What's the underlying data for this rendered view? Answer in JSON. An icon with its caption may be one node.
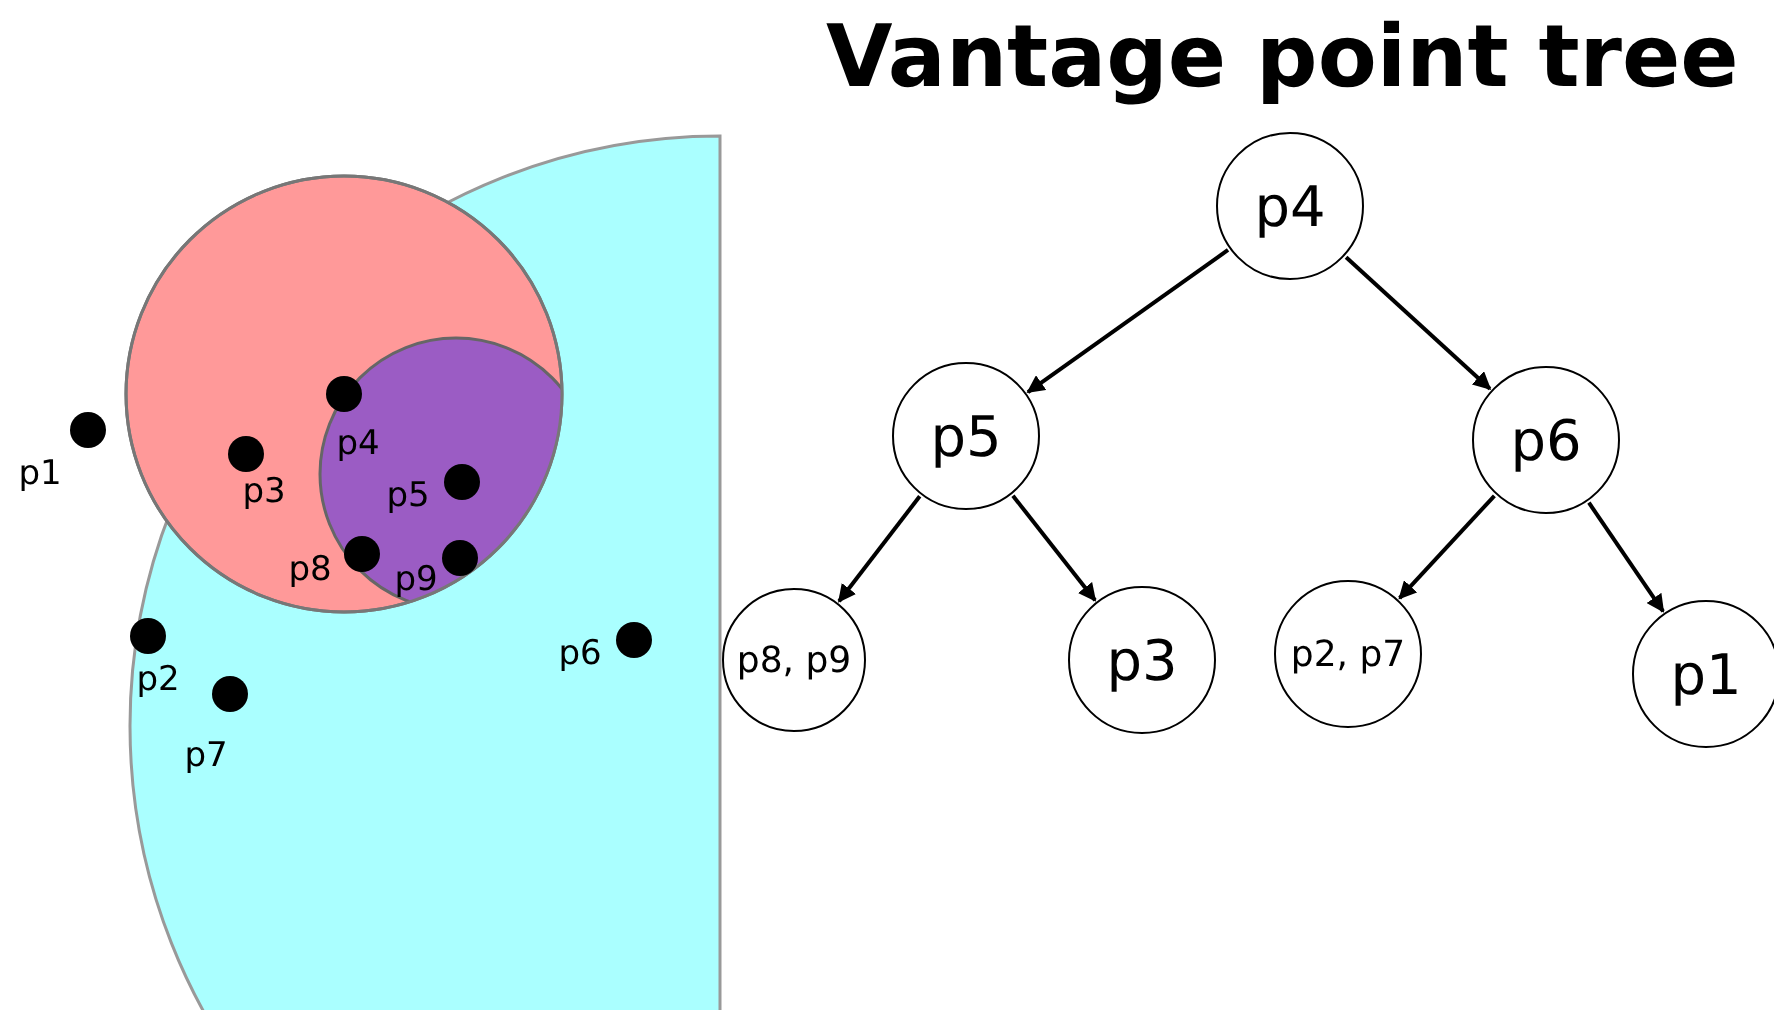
{
  "diagram": {
    "title": "Vantage point tree",
    "nodes": [
      {
        "text": [
          "p4"
        ]
      },
      {
        "text": [
          "p5"
        ]
      },
      {
        "text": [
          "p6"
        ]
      },
      {
        "text": [
          "p8, p9"
        ]
      },
      {
        "text": [
          "p3"
        ]
      },
      {
        "text": [
          "p2, p7"
        ]
      },
      {
        "text": [
          "p1"
        ]
      }
    ],
    "edges": [
      {
        "from": 0,
        "to": 1,
        "arrow": "to"
      },
      {
        "from": 0,
        "to": 2,
        "arrow": "to"
      },
      {
        "from": 1,
        "to": 3,
        "arrow": "to"
      },
      {
        "from": 1,
        "to": 4,
        "arrow": "to"
      },
      {
        "from": 2,
        "to": 5,
        "arrow": "to"
      },
      {
        "from": 2,
        "to": 6,
        "arrow": "to"
      }
    ],
    "labels": [
      "p4",
      "p1",
      "p3",
      "p5",
      "p8",
      "p9",
      "p6",
      "p2",
      "p7"
    ]
  }
}
